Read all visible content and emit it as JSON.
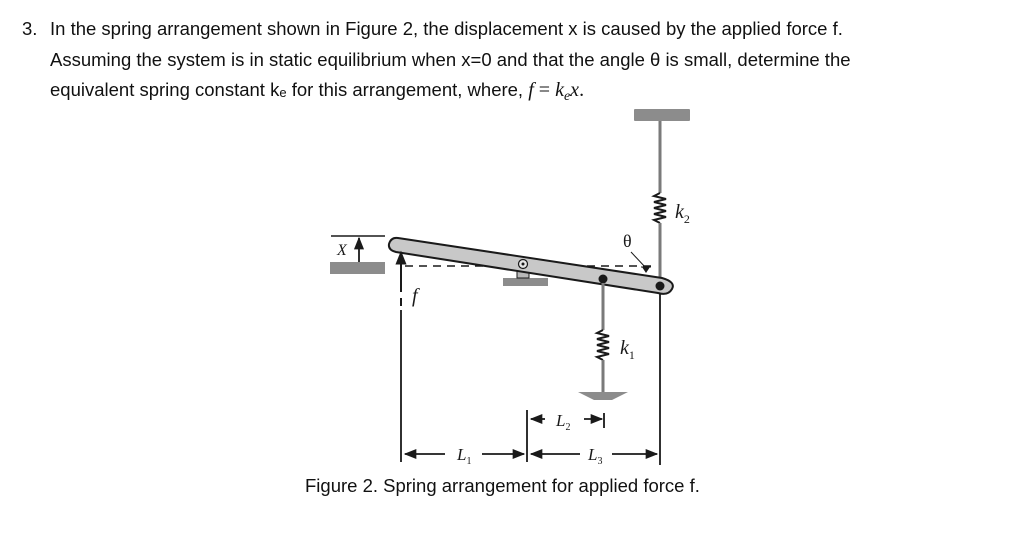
{
  "problem": {
    "number": "3.",
    "line1": "In the spring arrangement shown in Figure 2, the displacement x is caused by the applied force f.",
    "line2": "Assuming the system is in static equilibrium when x=0 and that the angle θ is small, determine the",
    "line3_prefix": "equivalent spring constant k",
    "line3_sub": "e",
    "line3_middle": " for this arrangement, where, ",
    "equation": {
      "lhs": "f",
      "eq": "=",
      "rhs_k": "k",
      "rhs_sub": "e",
      "rhs_x": "x",
      "end": "."
    }
  },
  "figure": {
    "labels": {
      "x": "X",
      "f": "f",
      "theta": "θ",
      "k1": "k",
      "k1_sub": "1",
      "k2": "k",
      "k2_sub": "2",
      "L1": "L",
      "L1_sub": "1",
      "L2": "L",
      "L2_sub": "2",
      "L3": "L",
      "L3_sub": "3"
    },
    "caption": "Figure 2. Spring arrangement for applied force f.",
    "colors": {
      "ground": "#8c8c8c",
      "bar_fill": "#c8c8c8",
      "line": "#1a1a1a",
      "rod": "#7a7a7a"
    }
  }
}
